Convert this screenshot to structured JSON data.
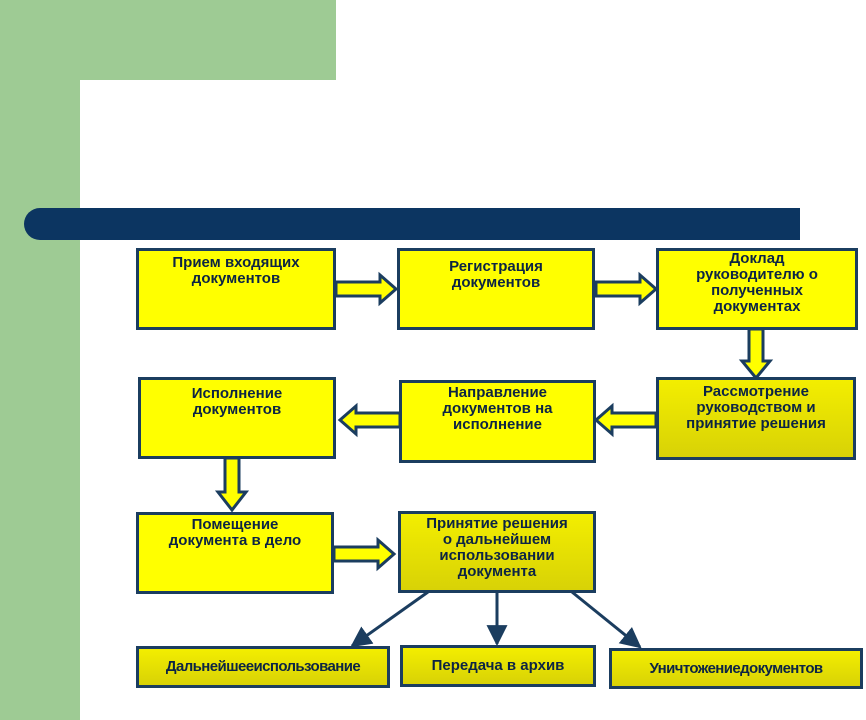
{
  "boxes": {
    "reception": "Прием входящих\nдокументов",
    "registration": "Регистрация\nдокументов",
    "report": "Доклад\nруководителю о\nполученных\nдокументах",
    "review": "Рассмотрение\nруководством и\nпринятие решения",
    "direction": "Направление\nдокументов на\nисполнение",
    "execution": "Исполнение\nдокументов",
    "filing": "Помещение\nдокумента в дело",
    "decision": "Принятие решения\nо дальнейшем\nиспользовании\nдокумента",
    "further_use": "Дальнейшееиспользование",
    "archive": "Передача в архив",
    "destruction": "Уничтожениедокументов"
  },
  "colors": {
    "box_fill": "#ffff00",
    "box_border": "#1b3d5f",
    "text": "#0c2444",
    "banner": "#0c3561",
    "accent_green": "#9ecb94"
  }
}
